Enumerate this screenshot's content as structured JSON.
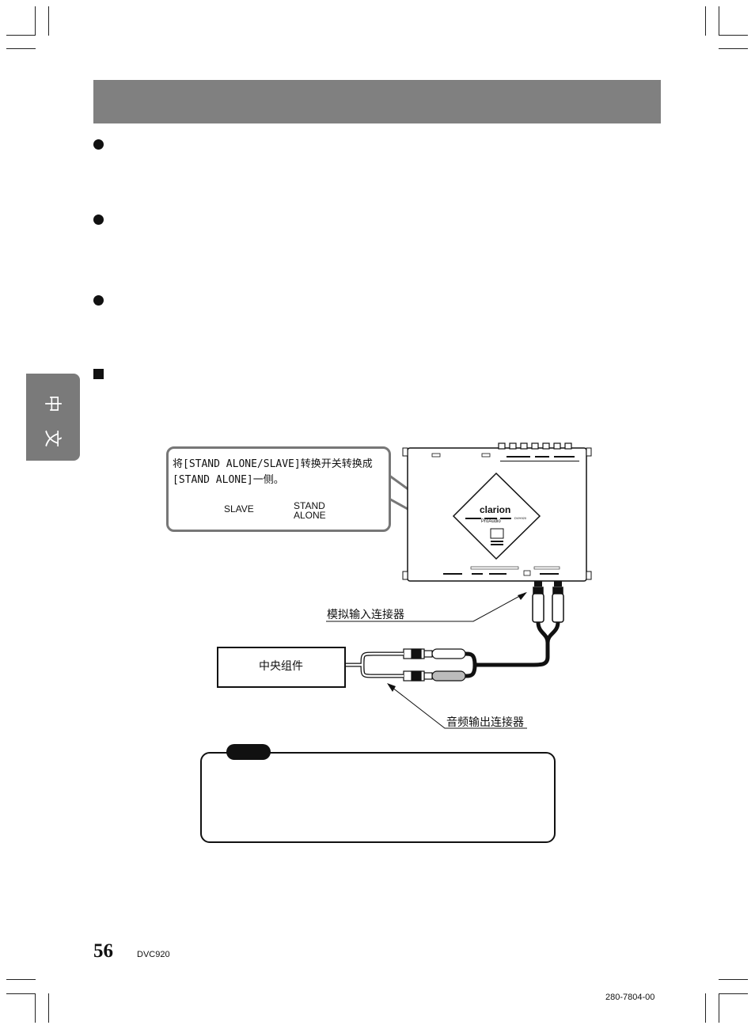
{
  "side_tab": {
    "char1": "中",
    "char2": "文"
  },
  "callout": {
    "line1": "将[STAND ALONE/SLAVE]转换开关转换成",
    "line2": "[STAND ALONE]一侧。",
    "switch_left_label": "SLAVE",
    "switch_right_label_1": "STAND",
    "switch_right_label_2": "ALONE"
  },
  "device": {
    "brand": "clarion",
    "sub_brand": "ProAudio",
    "model": "DVH920"
  },
  "labels": {
    "analog_input": "模拟输入连接器",
    "central_unit": "中央组件",
    "audio_output": "音频输出连接器"
  },
  "footer": {
    "page_number": "56",
    "model": "DVC920",
    "doc_code": "280-7804-00"
  },
  "colors": {
    "header_bar": "#808080",
    "side_tab": "#7a7a7a",
    "callout_border": "#777777"
  }
}
